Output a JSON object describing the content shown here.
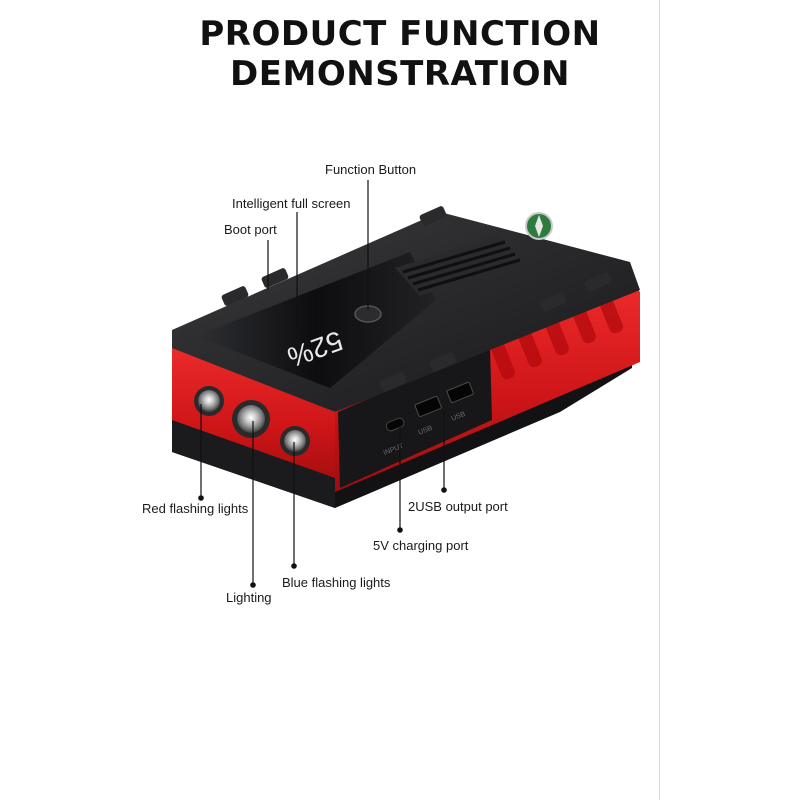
{
  "title": {
    "line1": "PRODUCT FUNCTION",
    "line2": "DEMONSTRATION"
  },
  "callouts": {
    "function_button": "Function Button",
    "intelligent_full_screen": "Intelligent full screen",
    "boot_port": "Boot port",
    "red_flashing_lights": "Red flashing lights",
    "lighting": "Lighting",
    "blue_flashing_lights": "Blue flashing lights",
    "five_v_charging_port": "5V charging port",
    "two_usb_output_port": "2USB output port"
  },
  "device": {
    "screen_reading": "52%",
    "port_labels": [
      "INPUT",
      "USB",
      "USB"
    ]
  },
  "colors": {
    "body_red": "#d9191c",
    "shell_black": "#1e1e20",
    "text": "#1a1a1a"
  }
}
